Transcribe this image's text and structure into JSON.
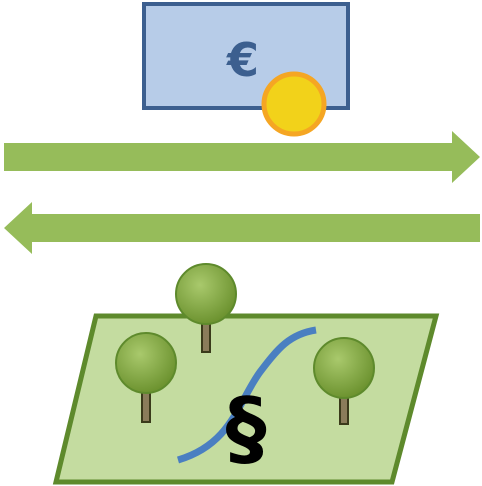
{
  "banknote": {
    "symbol": "€",
    "fill_color": "#b7cce8",
    "border_color": "#3c5f8f",
    "symbol_color": "#3c5f8f"
  },
  "coin": {
    "icon": "coin-icon",
    "fill_color": "#f2d21a",
    "border_color": "#f5a623"
  },
  "arrows": {
    "color": "#96bc5a",
    "items": [
      {
        "name": "arrow-right",
        "direction": "right"
      },
      {
        "name": "arrow-left",
        "direction": "left"
      }
    ]
  },
  "land_parcel": {
    "symbol": "§",
    "fill_color": "#c4dca0",
    "border_color": "#5e8a2c",
    "path_color": "#4a7fc1",
    "tree_crown_color": "#7ba23b",
    "tree_trunk_color": "#8a7c5a"
  }
}
